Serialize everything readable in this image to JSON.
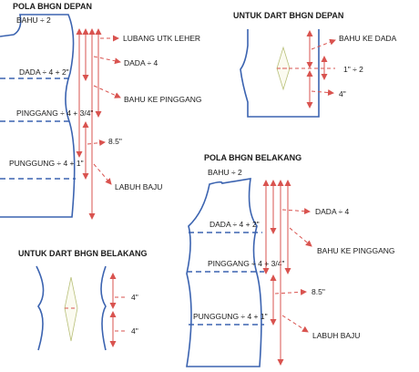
{
  "front": {
    "title": "POLA BHGN DEPAN",
    "bahu": "BAHU ÷ 2",
    "dada": "DADA ÷ 4 + 2\"",
    "pinggang": "PINGGANG ÷ 4 + 3/4\"",
    "punggung": "PUNGGUNG ÷ 4 + 1\"",
    "ann_lubang": "LUBANG UTK LEHER",
    "ann_dada": "DADA ÷ 4",
    "ann_bahu_pinggang": "BAHU KE PINGGANG",
    "ann_85": "8.5\"",
    "ann_labuh": "LABUH BAJU"
  },
  "dart_front": {
    "title": "UNTUK DART BHGN DEPAN",
    "ann_bahu_dada": "BAHU KE DADA",
    "ann_1": "1\" ÷ 2",
    "ann_4": "4\""
  },
  "back": {
    "title": "POLA BHGN BELAKANG",
    "bahu": "BAHU ÷ 2",
    "dada": "DADA ÷ 4 + 2\"",
    "pinggang": "PINGGANG ÷ 4 + 3/4\"",
    "punggung": "PUNGGUNG ÷ 4 + 1\"",
    "ann_dada": "DADA ÷ 4",
    "ann_bahu_pinggang": "BAHU KE PINGGANG",
    "ann_85": "8.5\"",
    "ann_labuh": "LABUH BAJU"
  },
  "dart_back": {
    "title": "UNTUK DART BHGN BELAKANG",
    "ann_4a": "4\"",
    "ann_4b": "4\""
  },
  "colors": {
    "outline": "#3b63b0",
    "annotation": "#d9534f",
    "dart": "#b9c07a"
  }
}
